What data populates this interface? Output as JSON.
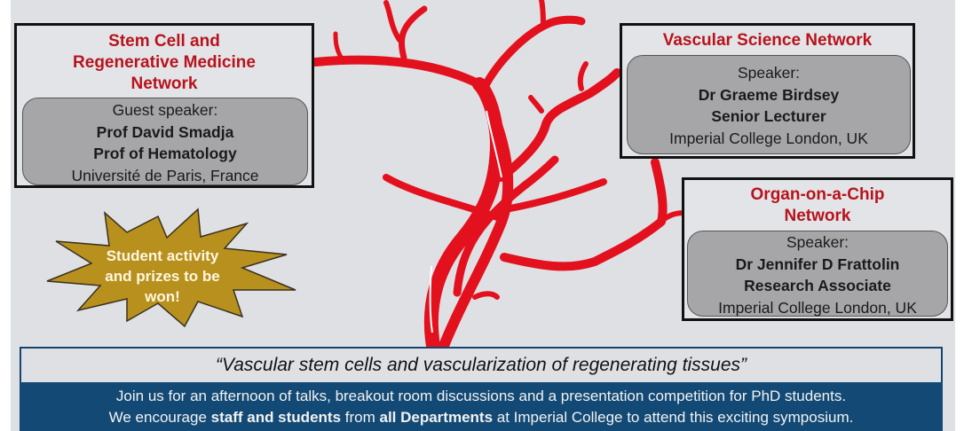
{
  "networks": [
    {
      "title_lines": [
        "Stem Cell and",
        "Regenerative Medicine",
        "Network"
      ],
      "speaker_role": "Guest speaker:",
      "speaker_name": "Prof David Smadja",
      "speaker_title": "Prof of Hematology",
      "speaker_affiliation": "Université de Paris, France"
    },
    {
      "title_lines": [
        "Vascular Science Network"
      ],
      "speaker_role": "Speaker:",
      "speaker_name": "Dr Graeme Birdsey",
      "speaker_title": "Senior Lecturer",
      "speaker_affiliation": "Imperial College London, UK"
    },
    {
      "title_lines": [
        "Organ-on-a-Chip",
        "Network"
      ],
      "speaker_role": "Speaker:",
      "speaker_name": "Dr Jennifer D Frattolin",
      "speaker_title": "Research Associate",
      "speaker_affiliation": "Imperial College London, UK"
    }
  ],
  "starburst": {
    "lines": [
      "Student activity",
      "and prizes to be",
      "won!"
    ]
  },
  "banner": {
    "title": "“Vascular stem cells and vascularization of regenerating tissues”",
    "line1": "Join us for an afternoon of talks, breakout room discussions and a presentation competition for PhD students.",
    "line2_parts": [
      "We encourage ",
      "staff and students",
      " from ",
      "all Departments",
      " at Imperial College to attend this exciting symposium."
    ]
  },
  "colors": {
    "background": "#dfe0e4",
    "title_red": "#b8131c",
    "vessel_red": "#e3101e",
    "card_gray": "#a6a6a8",
    "star_gold": "#b8901e",
    "banner_blue": "#134a75"
  }
}
